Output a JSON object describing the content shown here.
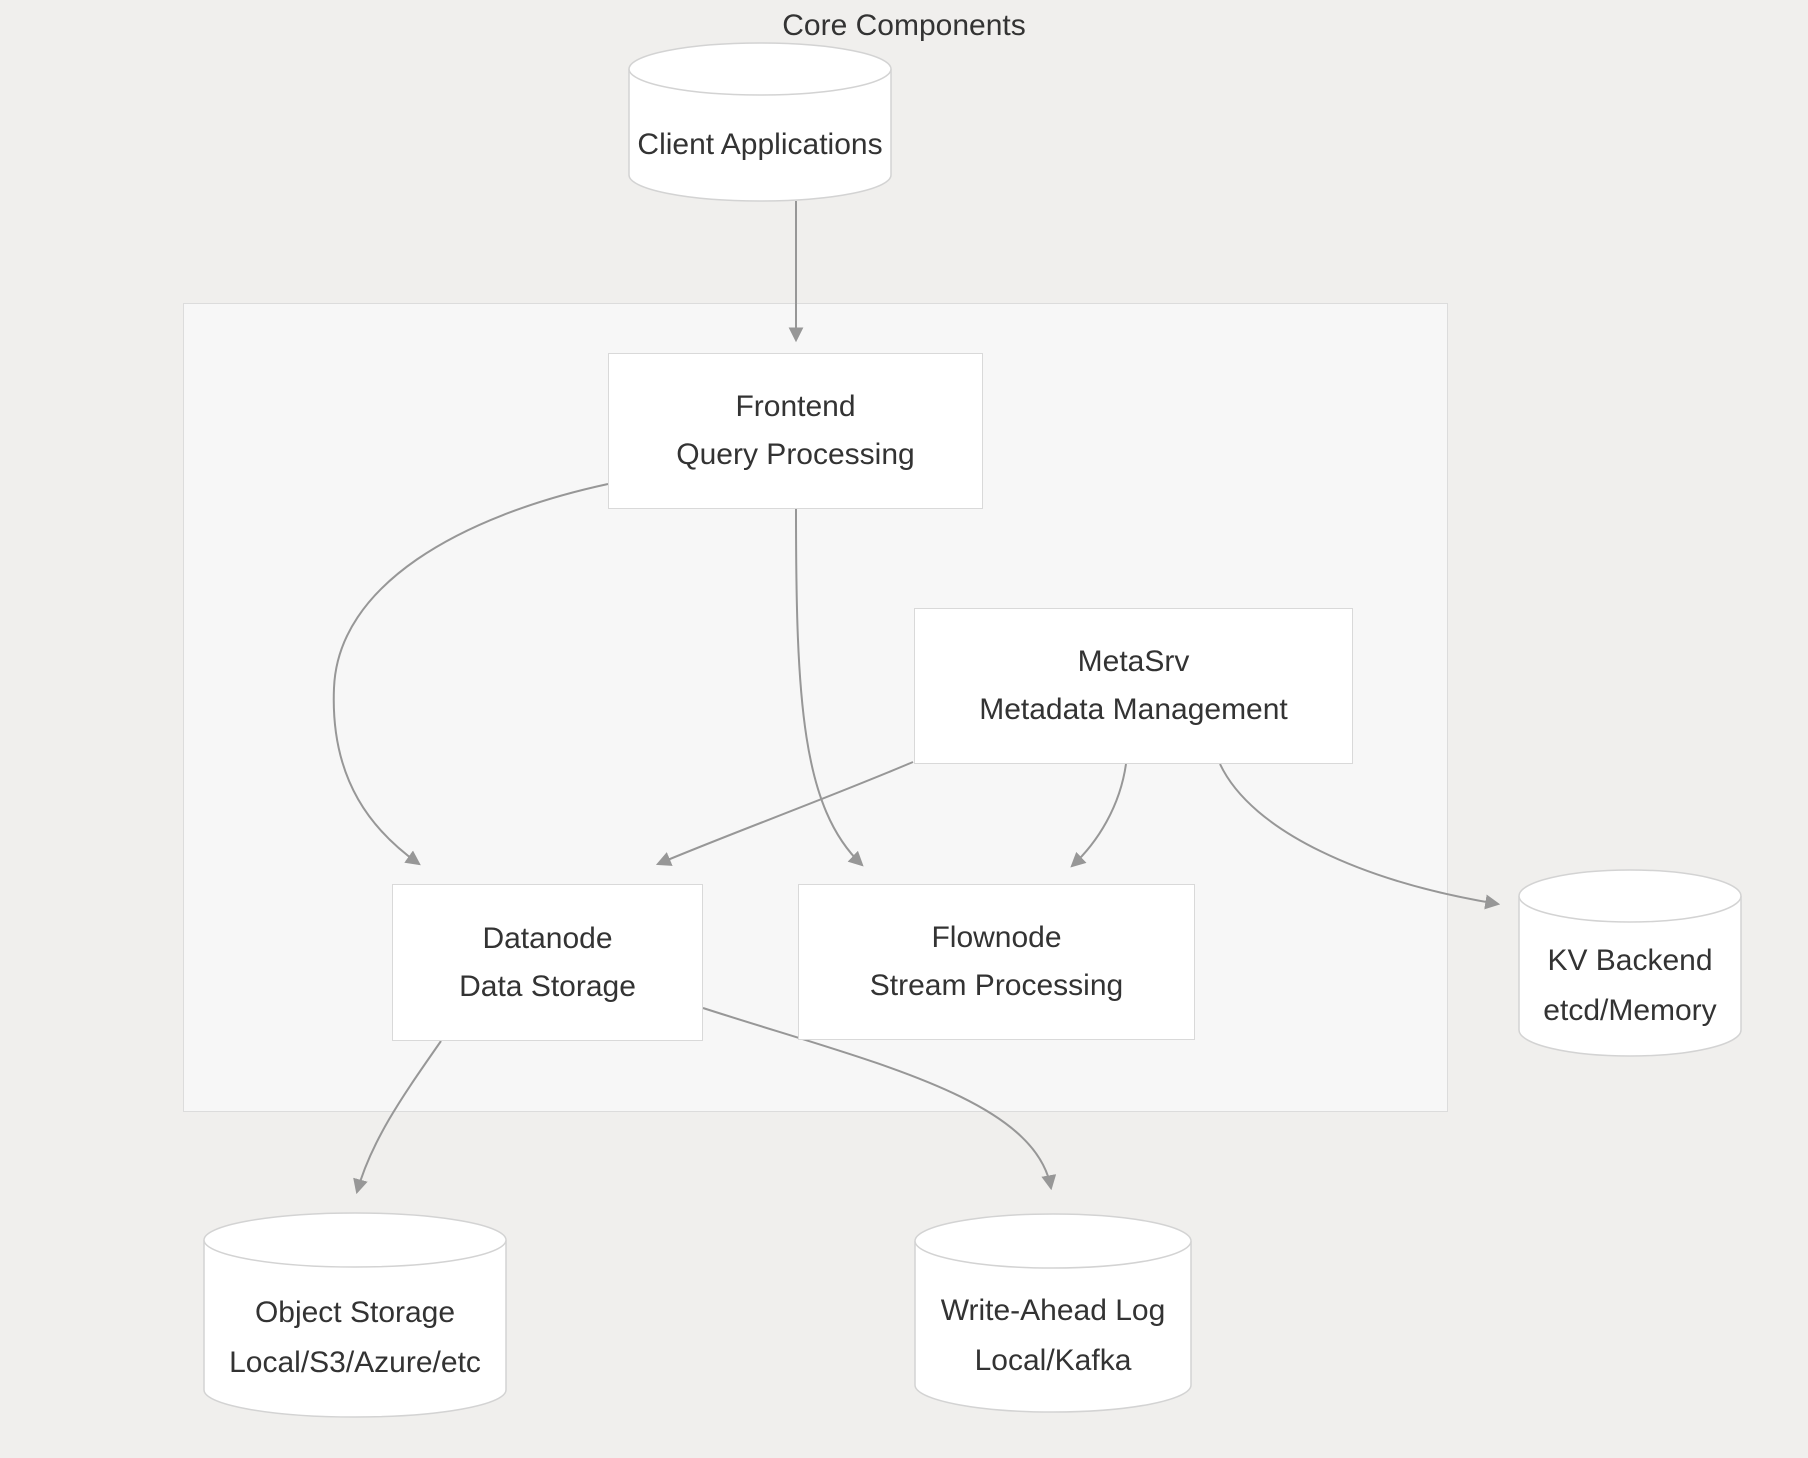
{
  "diagram": {
    "container_label": "Core Components",
    "nodes": {
      "client": {
        "title": "Client Applications"
      },
      "frontend": {
        "title": "Frontend",
        "subtitle": "Query Processing"
      },
      "metasrv": {
        "title": "MetaSrv",
        "subtitle": "Metadata Management"
      },
      "datanode": {
        "title": "Datanode",
        "subtitle": "Data Storage"
      },
      "flownode": {
        "title": "Flownode",
        "subtitle": "Stream Processing"
      },
      "kv_backend": {
        "title": "KV Backend",
        "subtitle": "etcd/Memory"
      },
      "object_storage": {
        "title": "Object Storage",
        "subtitle": "Local/S3/Azure/etc"
      },
      "wal": {
        "title": "Write-Ahead Log",
        "subtitle": "Local/Kafka"
      }
    },
    "edges": [
      {
        "from": "Client Applications",
        "to": "Frontend"
      },
      {
        "from": "Frontend",
        "to": "Datanode"
      },
      {
        "from": "Frontend",
        "to": "Flownode"
      },
      {
        "from": "MetaSrv",
        "to": "Datanode"
      },
      {
        "from": "MetaSrv",
        "to": "Flownode"
      },
      {
        "from": "MetaSrv",
        "to": "KV Backend"
      },
      {
        "from": "Datanode",
        "to": "Object Storage"
      },
      {
        "from": "Datanode",
        "to": "Write-Ahead Log"
      }
    ],
    "colors": {
      "background": "#f0efed",
      "container_fill": "#f7f7f7",
      "node_fill": "#ffffff",
      "node_border": "#d9d9d9",
      "edge": "#979797",
      "text": "#333333"
    }
  }
}
